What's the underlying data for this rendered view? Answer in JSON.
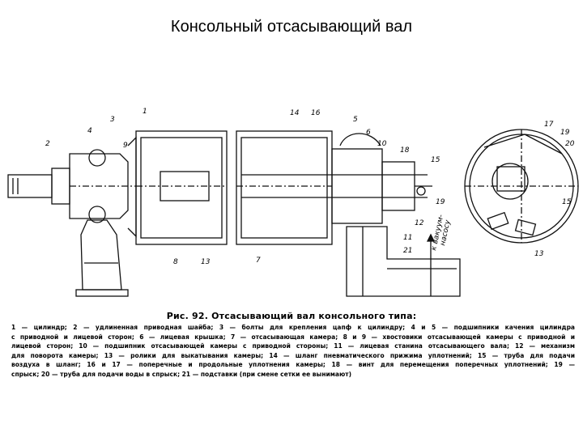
{
  "title": "Консольный отсасывающий вал",
  "figure": {
    "callouts": {
      "n1": "1",
      "n2": "2",
      "n3": "3",
      "n4": "4",
      "n5": "5",
      "n6": "6",
      "n7": "7",
      "n8": "8",
      "n9": "9",
      "n10": "10",
      "n11": "11",
      "n12": "12",
      "n13a": "13",
      "n13b": "13",
      "n14": "14",
      "n15a": "15",
      "n15b": "15",
      "n16": "16",
      "n17": "17",
      "n18": "18",
      "n19a": "19",
      "n19b": "19",
      "n20": "20",
      "n21": "21"
    },
    "vacuum_label_1": "к вакуум-",
    "vacuum_label_2": "насосу"
  },
  "caption": {
    "title": "Рис. 92. Отсасывающий вал консольного типа:",
    "lines": [
      "1 — цилиндр; 2 — удлиненная приводная шайба; 3 — болты для крепления цапф к цилиндру; 4 и 5 — подшипники качения цилиндра",
      "с приводной и лицевой сторон; 6 — лицевая крышка; 7 — отсасывающая камера; 8 и 9 — хвостовики отсасывающей камеры с приводной и",
      "лицевой сторон; 10 — подшипник отсасывающей камеры с приводной стороны; 11 — лицевая станина отсасывающего вала; 12 — механизм",
      "для поворота камеры; 13 — ролики для выкатывания камеры; 14 — шланг пневматического прижима уплотнений; 15 — труба для подачи",
      "воздуха в шланг; 16 и 17 — поперечные и продольные уплотнения камеры; 18 — винт для перемещения поперечных уплотнений; 19 —",
      "спрыск; 20 — труба для подачи воды в спрыск; 21 — подставки (при смене сетки ее вынимают)"
    ]
  }
}
